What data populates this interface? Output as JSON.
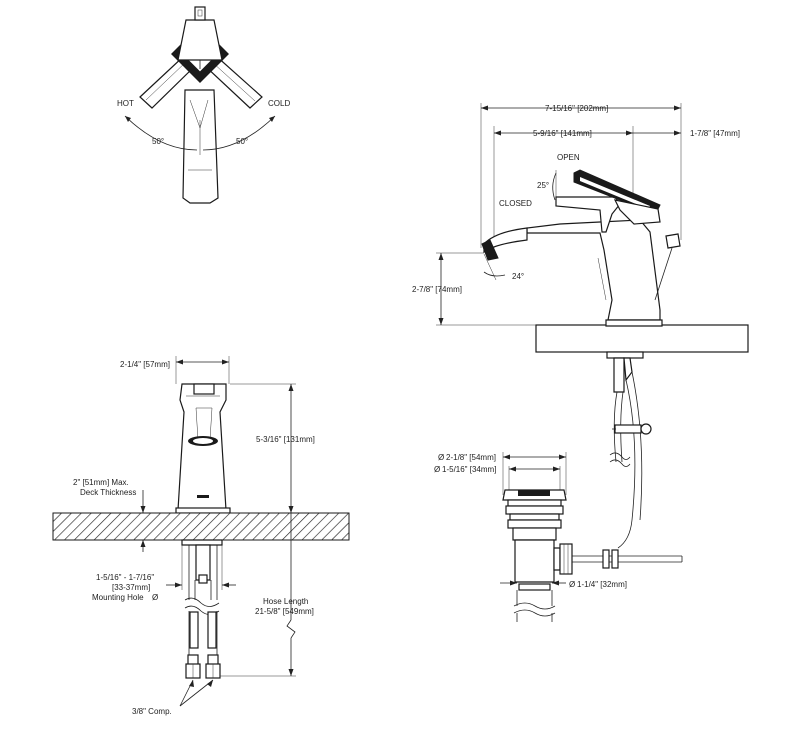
{
  "labels": {
    "hot": "HOT",
    "cold": "COLD",
    "angle_left": "50°",
    "angle_right": "50°",
    "overall_width": "7-15/16\" [202mm]",
    "spout_reach": "5-9/16\" [141mm]",
    "handle_offset": "1-7/8\" [47mm]",
    "open": "OPEN",
    "lever_angle": "25°",
    "closed": "CLOSED",
    "spout_angle": "24°",
    "spout_height": "2-7/8\" [74mm]",
    "base_width": "2-1/4\" [57mm]",
    "overall_height": "5-3/16\" [131mm]",
    "deck_line1": "2\" [51mm] Max.",
    "deck_line2": "Deck Thickness",
    "hole_line1": "1-5/16\" - 1-7/16\"",
    "hole_line2": "[33-37mm]",
    "hole_line3": "Mounting Hole",
    "hose_line1": "Hose Length",
    "hose_line2": "21-5/8\" [549mm]",
    "comp": "3/8\" Comp.",
    "drain_dia_outer": "2-1/8\" [54mm]",
    "drain_dia_inner": "1-5/16\" [34mm]",
    "tailpiece_dia": "1-1/4\" [32mm]",
    "diameter_symbol": "Ø"
  }
}
